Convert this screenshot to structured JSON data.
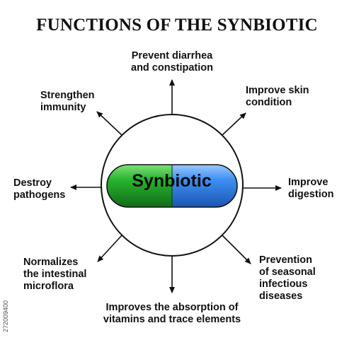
{
  "title": "FUNCTIONS OF THE SYNBIOTIC",
  "center_label": "Synbiotic",
  "capsule_colors": {
    "green": "#1fae2a",
    "blue": "#3c8ef0",
    "outline": "#111111"
  },
  "functions": {
    "top": [
      "Prevent diarrhea",
      "and constipation"
    ],
    "top_right": [
      "Improve skin",
      "condition"
    ],
    "right": [
      "Improve",
      "digestion"
    ],
    "bottom_right": [
      "Prevention",
      "of seasonal",
      "infectious",
      "diseases"
    ],
    "bottom": [
      "Improves the absorption of",
      "vitamins and trace elements"
    ],
    "bottom_left": [
      "Normalizes",
      "the intestinal",
      "microflora"
    ],
    "left": [
      "Destroy",
      "pathogens"
    ],
    "top_left": [
      "Strengthen",
      "immunity"
    ]
  },
  "image_id_text": "272009400"
}
